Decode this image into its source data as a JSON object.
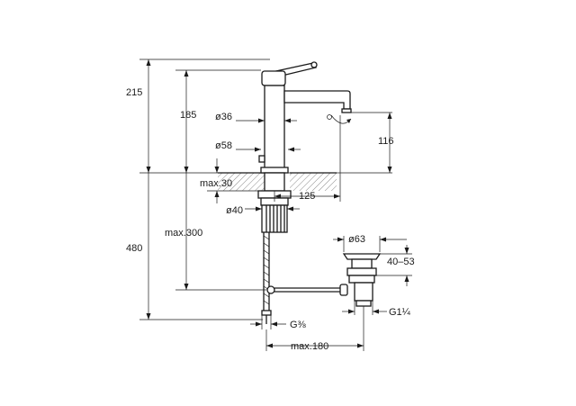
{
  "drawing": {
    "dimensions": {
      "overall_height": "215",
      "spout_height": "185",
      "body_diameter": "ø36",
      "base_diameter": "ø58",
      "outlet_height": "116",
      "max_deck_thickness": "max.30",
      "projection": "125",
      "hole_diameter": "ø40",
      "max_hose_length": "max.300",
      "total_height": "480",
      "waste_diameter": "ø63",
      "waste_range": "40–53",
      "waste_thread": "G1¼",
      "inlet_thread": "G⅜",
      "max_offset": "max.180"
    },
    "colors": {
      "line": "#1a1a1a",
      "hatch": "#8a8a8a",
      "background": "#ffffff"
    }
  }
}
